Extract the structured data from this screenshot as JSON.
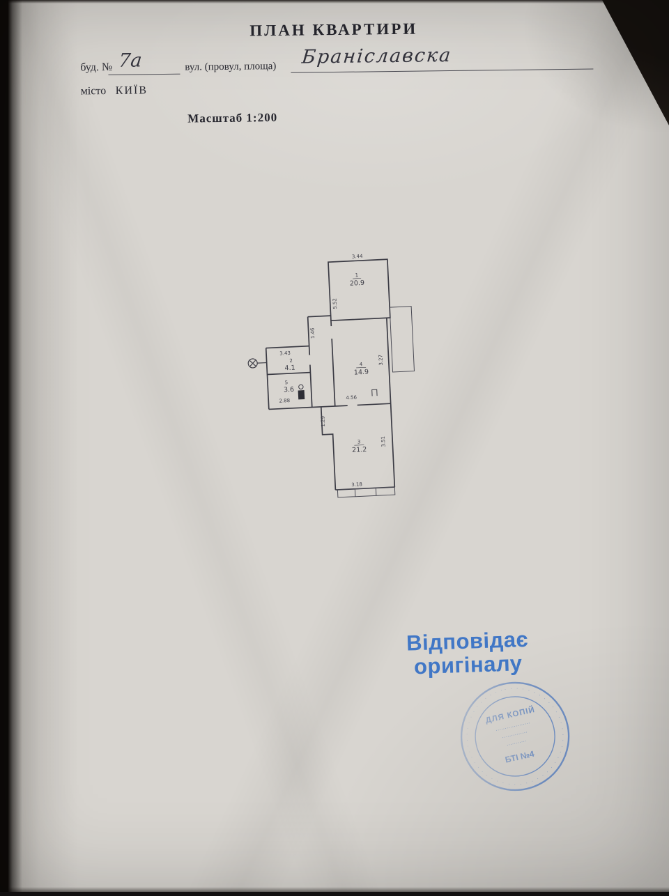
{
  "header": {
    "title": "ПЛАН КВАРТИРИ",
    "building_label": "буд. №",
    "building_value": "7а",
    "street_label": "вул. (провул, площа)",
    "street_value": "Браніславска",
    "city_label": "місто",
    "city_value": "КИЇВ",
    "scale_label": "Масштаб 1:200"
  },
  "plan": {
    "rooms": [
      {
        "number": "1",
        "area": "20.9"
      },
      {
        "number": "2",
        "area": "4.1"
      },
      {
        "number": "5",
        "area": "3.6"
      },
      {
        "number": "4",
        "area": "14.9"
      },
      {
        "number": "3",
        "area": "21.2"
      }
    ],
    "dims": {
      "top_width": "3.44",
      "left_height": "5.52",
      "corridor": "1.46",
      "hall_top": "3.43",
      "bath_width": "2.88",
      "mid_height": "3.27",
      "mid_width": "4.56",
      "notch": "1.29",
      "lower_height": "3.51",
      "lower_width": "3.18"
    }
  },
  "certification": {
    "line1": "Відповідає",
    "line2": "оригіналу",
    "color": "#2b6ac4"
  },
  "seal": {
    "center_top": "ДЛЯ КОПІЙ",
    "dots1": "···················",
    "dots2": "··············",
    "dots3": "···········",
    "bottom": "БТІ №4",
    "ring_text": "· · · · · · · · · · · · · · · · · · · · · · · · · · · · · · · · · · · · · · · · · · · · · · · · · · · · · · · ·",
    "color": "#2f63b8"
  }
}
